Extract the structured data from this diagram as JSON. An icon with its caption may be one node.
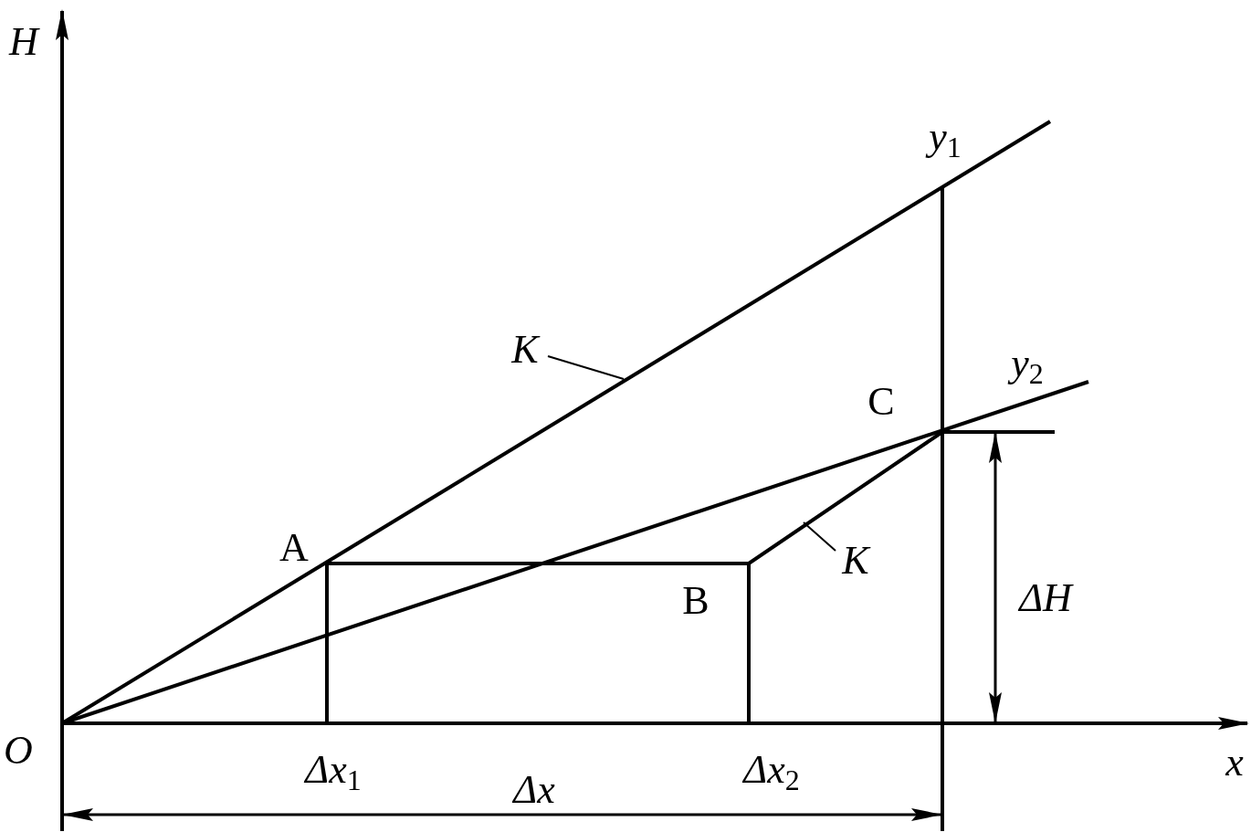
{
  "diagram": {
    "nodes": [
      {
        "text": [
          "*K*"
        ]
      },
      {
        "text": [
          "*K*"
        ]
      }
    ],
    "edges": [
      {
        "from": 0,
        "to": null,
        "arrow": "none"
      },
      {
        "from": 1,
        "to": null,
        "arrow": "none"
      }
    ],
    "labels": [
      "*H*",
      "*y*$_{1}$",
      "*y*$_{2}$",
      "C",
      "A",
      "B",
      "ΔH",
      "*O*",
      "Δx$_{1}$",
      "Δx$_{2}$",
      "*x*",
      "Δx"
    ]
  }
}
